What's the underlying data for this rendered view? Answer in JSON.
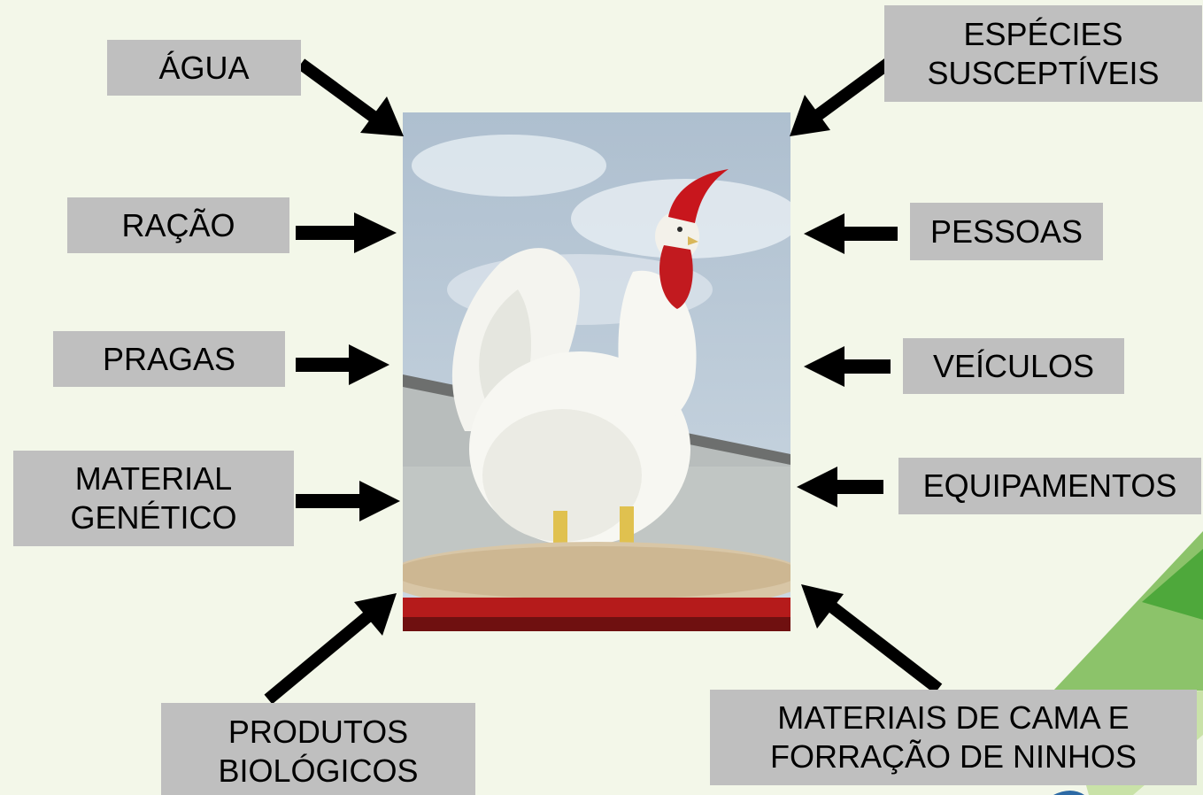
{
  "labels": {
    "agua": "ÁGUA",
    "racao": "RAÇÃO",
    "pragas": "PRAGAS",
    "material_genetico": "MATERIAL\nGENÉTICO",
    "produtos_biologicos": "PRODUTOS\nBIOLÓGICOS",
    "especies_susceptiveis": "ESPÉCIES\nSUSCEPTÍVEIS",
    "pessoas": "PESSOAS",
    "veiculos": "VEÍCULOS",
    "equipamentos": "EQUIPAMENTOS",
    "materiais_cama": "MATERIAIS DE CAMA E\nFORRAÇÃO DE NINHOS"
  },
  "colors": {
    "label_bg": "#bfbfbf",
    "arrow": "#000000",
    "background": "#f3f7e9",
    "corner_green": "#5aab3f"
  },
  "image": {
    "subject": "white-rooster-photo"
  }
}
